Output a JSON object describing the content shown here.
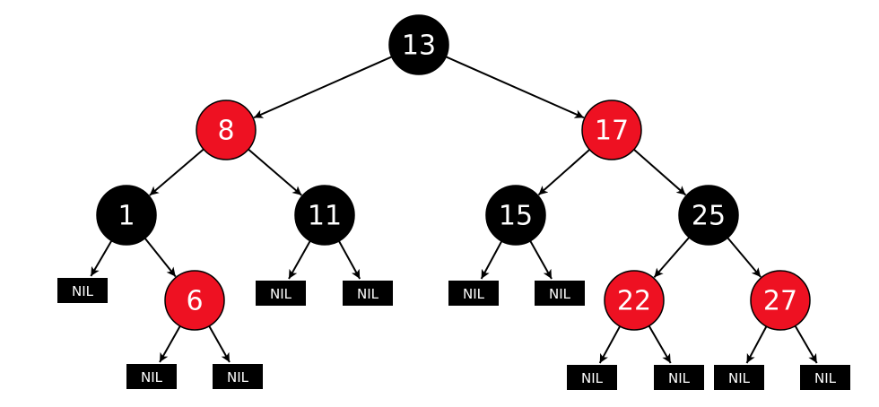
{
  "colors": {
    "red": "#ee1122",
    "black": "#000000",
    "text": "#ffffff"
  },
  "nil_label": "NIL",
  "nodes": [
    {
      "id": "n13",
      "label": "13",
      "color": "black",
      "parent": null
    },
    {
      "id": "n8",
      "label": "8",
      "color": "red",
      "parent": "n13"
    },
    {
      "id": "n17",
      "label": "17",
      "color": "red",
      "parent": "n13"
    },
    {
      "id": "n1",
      "label": "1",
      "color": "black",
      "parent": "n8"
    },
    {
      "id": "n11",
      "label": "11",
      "color": "black",
      "parent": "n8"
    },
    {
      "id": "n15",
      "label": "15",
      "color": "black",
      "parent": "n17"
    },
    {
      "id": "n25",
      "label": "25",
      "color": "black",
      "parent": "n17"
    },
    {
      "id": "n6",
      "label": "6",
      "color": "red",
      "parent": "n1"
    },
    {
      "id": "n22",
      "label": "22",
      "color": "red",
      "parent": "n25"
    },
    {
      "id": "n27",
      "label": "27",
      "color": "red",
      "parent": "n25"
    }
  ],
  "nils": [
    {
      "id": "nil-1-left",
      "parent": "n1"
    },
    {
      "id": "nil-6-left",
      "parent": "n6"
    },
    {
      "id": "nil-6-right",
      "parent": "n6"
    },
    {
      "id": "nil-11-left",
      "parent": "n11"
    },
    {
      "id": "nil-11-right",
      "parent": "n11"
    },
    {
      "id": "nil-15-left",
      "parent": "n15"
    },
    {
      "id": "nil-15-right",
      "parent": "n15"
    },
    {
      "id": "nil-22-left",
      "parent": "n22"
    },
    {
      "id": "nil-22-right",
      "parent": "n22"
    },
    {
      "id": "nil-27-left",
      "parent": "n27"
    },
    {
      "id": "nil-27-right",
      "parent": "n27"
    }
  ]
}
